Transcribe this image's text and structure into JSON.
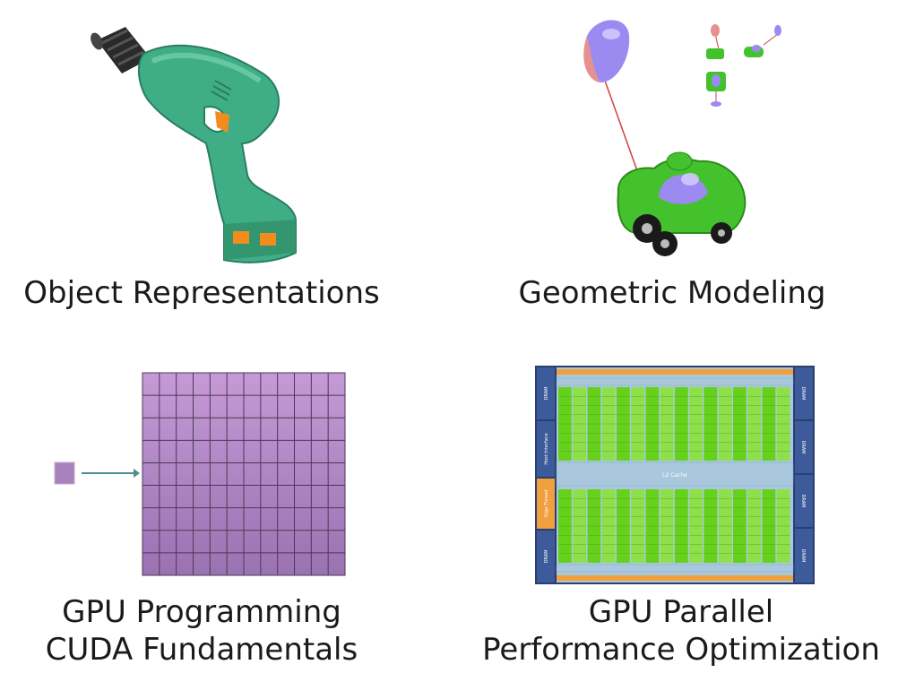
{
  "panels": {
    "object": {
      "caption": "Object Representations"
    },
    "geometric": {
      "caption": "Geometric Modeling"
    },
    "gpu_prog": {
      "caption_line1": "GPU Programming",
      "caption_line2": "CUDA Fundamentals"
    },
    "gpu_parallel": {
      "caption_line1": "GPU Parallel",
      "caption_line2": "Performance Optimization",
      "labels": {
        "dram": "DRAM",
        "host": "Host Interface",
        "giga": "Giga Thread",
        "l2": "L2 Cache"
      }
    }
  },
  "colors": {
    "drill_body": "#3fae86",
    "drill_accent": "#f28c1e",
    "car_green": "#44c22e",
    "car_canopy": "#9b8bf0",
    "grid_purple": "#b38ac6",
    "die_blue": "#3d5a9a",
    "die_green": "#66d11b",
    "die_orange": "#f0a03c",
    "cache_blue": "#a9c8de"
  }
}
